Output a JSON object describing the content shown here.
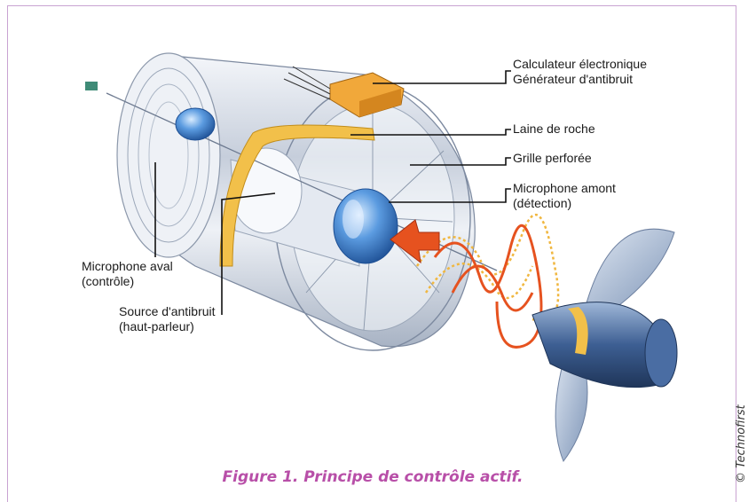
{
  "labels": {
    "calc_line1": "Calculateur électronique",
    "calc_line2": "Générateur d'antibruit",
    "laine": "Laine de roche",
    "grille": "Grille perforée",
    "mic_amont_line1": "Microphone amont",
    "mic_amont_line2": "(détection)",
    "mic_aval_line1": "Microphone aval",
    "mic_aval_line2": "(contrôle)",
    "source_line1": "Source d'antibruit",
    "source_line2": "(haut-parleur)"
  },
  "caption": "Figure 1. Principe de contrôle actif.",
  "credit": "© Technofirst",
  "colors": {
    "frame": "#c9a3d2",
    "caption": "#b84fa8",
    "duct": "#b9c3d3",
    "insulation": "#f2c04a",
    "calculator": "#f1a83a",
    "microphone": "#2f73c4",
    "antinoise_wave": "#f0b740",
    "noise_wave": "#e6521f",
    "propeller": "#3d5f93"
  },
  "icons": {
    "propeller": "propeller-icon",
    "microphone": "microphone-icon",
    "speaker": "speaker-icon"
  }
}
